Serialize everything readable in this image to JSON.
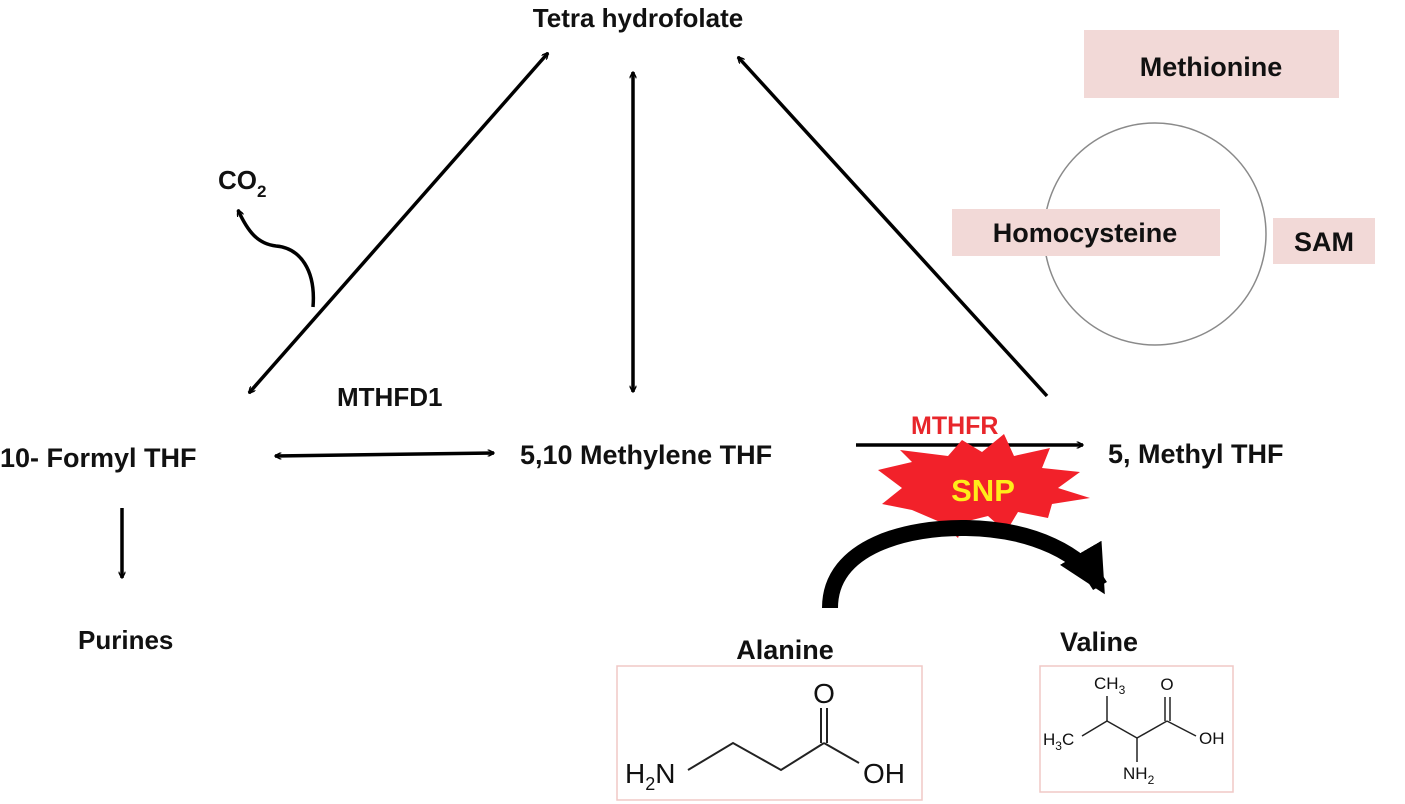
{
  "colors": {
    "text": "#111111",
    "enzyme_red": "#e8262b",
    "cycle_box_fill": "#f2d9d7",
    "cycle_circle_stroke": "#8a8a8a",
    "snp_burst_fill": "#f2212a",
    "snp_text_fill": "#ffec1a",
    "structure_box_stroke": "#f0c8c6",
    "arrow": "#000000"
  },
  "nodes": {
    "thf": "Tetra hydrofolate",
    "formyl_thf": "10- Formyl THF",
    "methylene_thf": "5,10 Methylene THF",
    "methyl_thf": "5, Methyl THF",
    "purines": "Purines",
    "co2_main": "CO",
    "co2_sub": "2"
  },
  "enzymes": {
    "mthfd1": "MTHFD1",
    "mthfr": "MTHFR"
  },
  "snp_label": "SNP",
  "methionine_cycle": {
    "methionine": "Methionine",
    "homocysteine": "Homocysteine",
    "sam": "SAM"
  },
  "mutation": {
    "from": "Alanine",
    "to": "Valine",
    "icon": "curved-arrow-icon"
  },
  "structures": {
    "alanine": {
      "h2n_main": "H",
      "h2n_sub": "2",
      "h2n_tail": "N",
      "o_label": "O",
      "oh_label": "OH"
    },
    "valine": {
      "ch3_top_main": "CH",
      "ch3_top_sub": "3",
      "h3c_main": "H",
      "h3c_sub": "3",
      "h3c_tail": "C",
      "o_label": "O",
      "oh_label": "OH",
      "nh2_main": "NH",
      "nh2_sub": "2"
    }
  }
}
